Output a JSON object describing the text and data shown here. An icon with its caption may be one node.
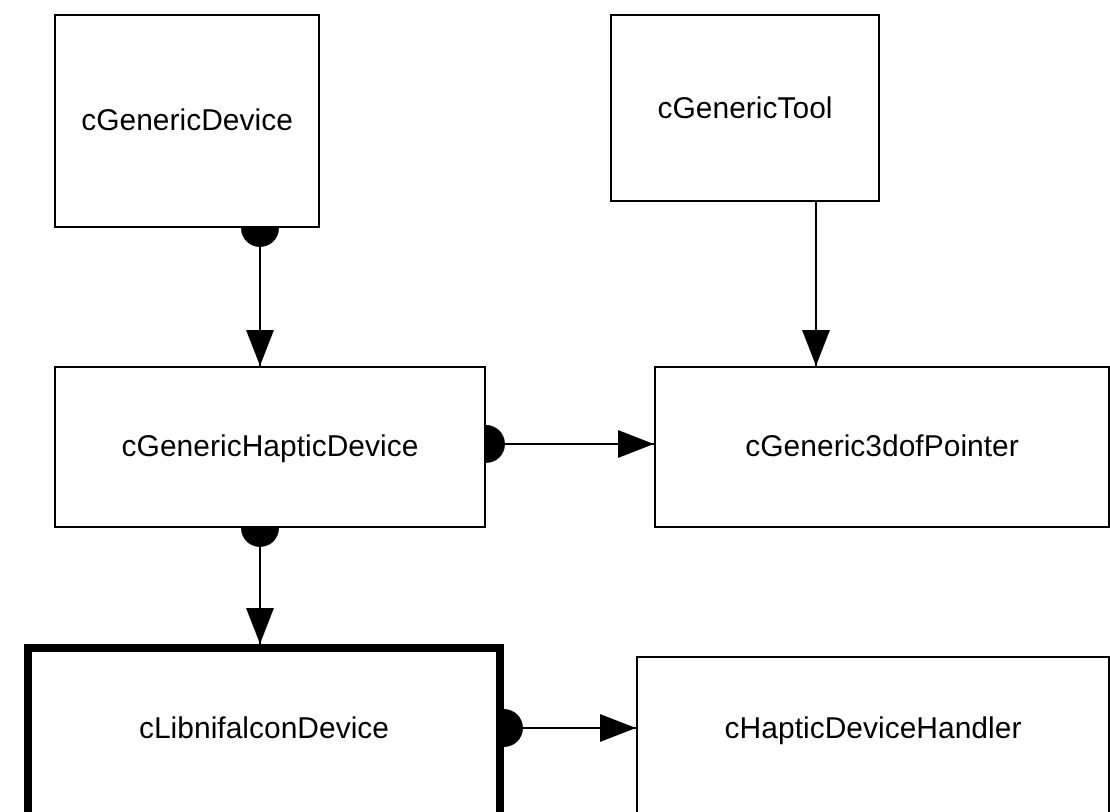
{
  "diagram": {
    "nodes": [
      {
        "text": [
          "cGenericDevice"
        ]
      },
      {
        "text": [
          "cGenericTool"
        ]
      },
      {
        "text": [
          "cGenericHapticDevice"
        ]
      },
      {
        "text": [
          "cGeneric3dofPointer"
        ]
      },
      {
        "text": [
          "cLibnifalconDevice"
        ]
      },
      {
        "text": [
          "cHapticDeviceHandler"
        ]
      }
    ],
    "edges": [
      {
        "from": 0,
        "to": 2,
        "arrow": "to"
      },
      {
        "from": 1,
        "to": 3,
        "arrow": "to"
      },
      {
        "from": 2,
        "to": 3,
        "arrow": "to"
      },
      {
        "from": 2,
        "to": 4,
        "arrow": "to"
      },
      {
        "from": 4,
        "to": 5,
        "arrow": "to"
      }
    ]
  }
}
